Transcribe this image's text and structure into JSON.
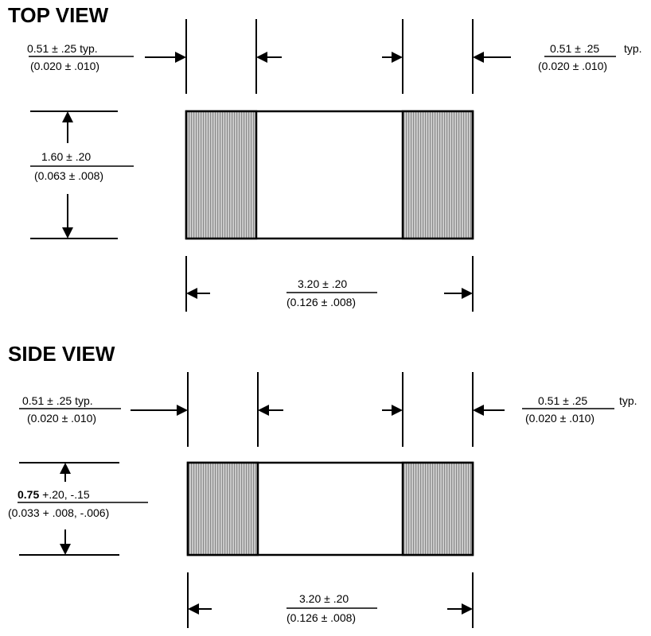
{
  "top_view": {
    "title": "TOP VIEW",
    "terminal_left": {
      "mm": "0.51 ± .25  typ.",
      "in": "(0.020 ± .010)"
    },
    "terminal_right": {
      "mm": "0.51 ± .25",
      "typ": "typ.",
      "in": "(0.020 ± .010)"
    },
    "width": {
      "mm": "1.60 ± .20",
      "in": "(0.063 ± .008)"
    },
    "length": {
      "mm": "3.20 ± .20",
      "in": "(0.126 ± .008)"
    }
  },
  "side_view": {
    "title": "SIDE VIEW",
    "terminal_left": {
      "mm": "0.51 ± .25  typ.",
      "in": "(0.020 ± .010)"
    },
    "terminal_right": {
      "mm": "0.51 ± .25",
      "typ": "typ.",
      "in": "(0.020 ± .010)"
    },
    "thickness": {
      "mm_nominal": "0.75",
      "mm_tol": " +.20, -.15",
      "in": "(0.033 + .008, -.006)"
    },
    "length": {
      "mm": "3.20 ± .20",
      "in": "(0.126 ± .008)"
    }
  }
}
